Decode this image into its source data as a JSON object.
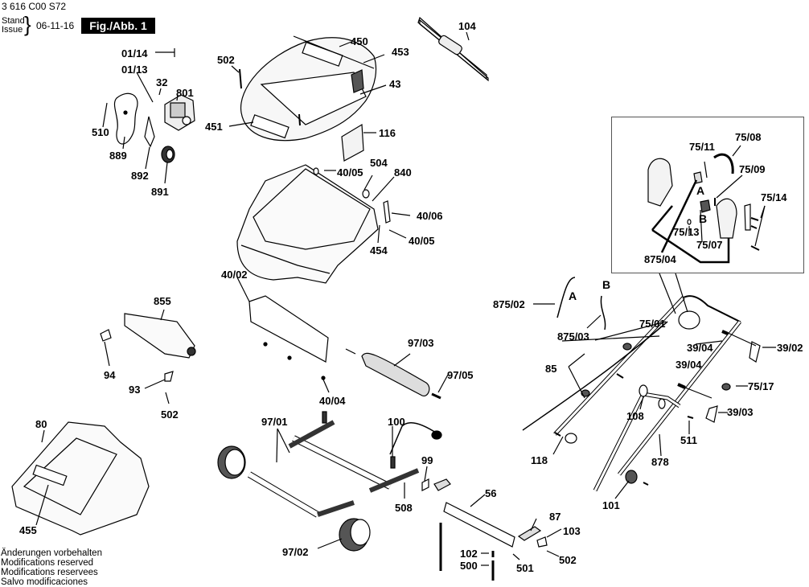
{
  "header": {
    "part_code": "3 616 C00 S72",
    "stand_label": "Stand",
    "issue_label": "Issue",
    "date": "06-11-16",
    "figure_label": "Fig./Abb. 1"
  },
  "footer": {
    "lines": [
      "Änderungen vorbehalten",
      "Modifications reserved",
      "Modifications reservees",
      "Salvo modificaciones"
    ]
  },
  "callouts": {
    "c01_14": "01/14",
    "c01_13": "01/13",
    "c32": "32",
    "c801": "801",
    "c510": "510",
    "c889": "889",
    "c892": "892",
    "c891": "891",
    "c502_top": "502",
    "c450": "450",
    "c453": "453",
    "c43": "43",
    "c451": "451",
    "c104": "104",
    "c116": "116",
    "c504": "504",
    "c40_05_a": "40/05",
    "c840": "840",
    "c40_06": "40/06",
    "c40_05_b": "40/05",
    "c454": "454",
    "c40_02": "40/02",
    "c97_03": "97/03",
    "c97_05": "97/05",
    "c40_04": "40/04",
    "c855": "855",
    "c94": "94",
    "c93": "93",
    "c502_mid": "502",
    "c80": "80",
    "c455": "455",
    "c97_01": "97/01",
    "c100": "100",
    "c99": "99",
    "c508": "508",
    "c97_02": "97/02",
    "c56": "56",
    "c87": "87",
    "c103": "103",
    "c102": "102",
    "c500": "500",
    "c501": "501",
    "c502_bot": "502",
    "c875_02": "875/02",
    "cA": "A",
    "cB": "B",
    "c875_03": "875/03",
    "c75_01": "75/01",
    "c85": "85",
    "c39_04_a": "39/04",
    "c39_02": "39/02",
    "c39_04_b": "39/04",
    "c75_17": "75/17",
    "c39_03": "39/03",
    "c108": "108",
    "c511": "511",
    "c118": "118",
    "c878": "878",
    "c101": "101"
  },
  "inset": {
    "c75_11": "75/11",
    "c75_08": "75/08",
    "c75_09": "75/09",
    "cA": "A",
    "cB": "B",
    "c75_14": "75/14",
    "c75_13": "75/13",
    "c75_07": "75/07",
    "c875_04": "875/04"
  }
}
